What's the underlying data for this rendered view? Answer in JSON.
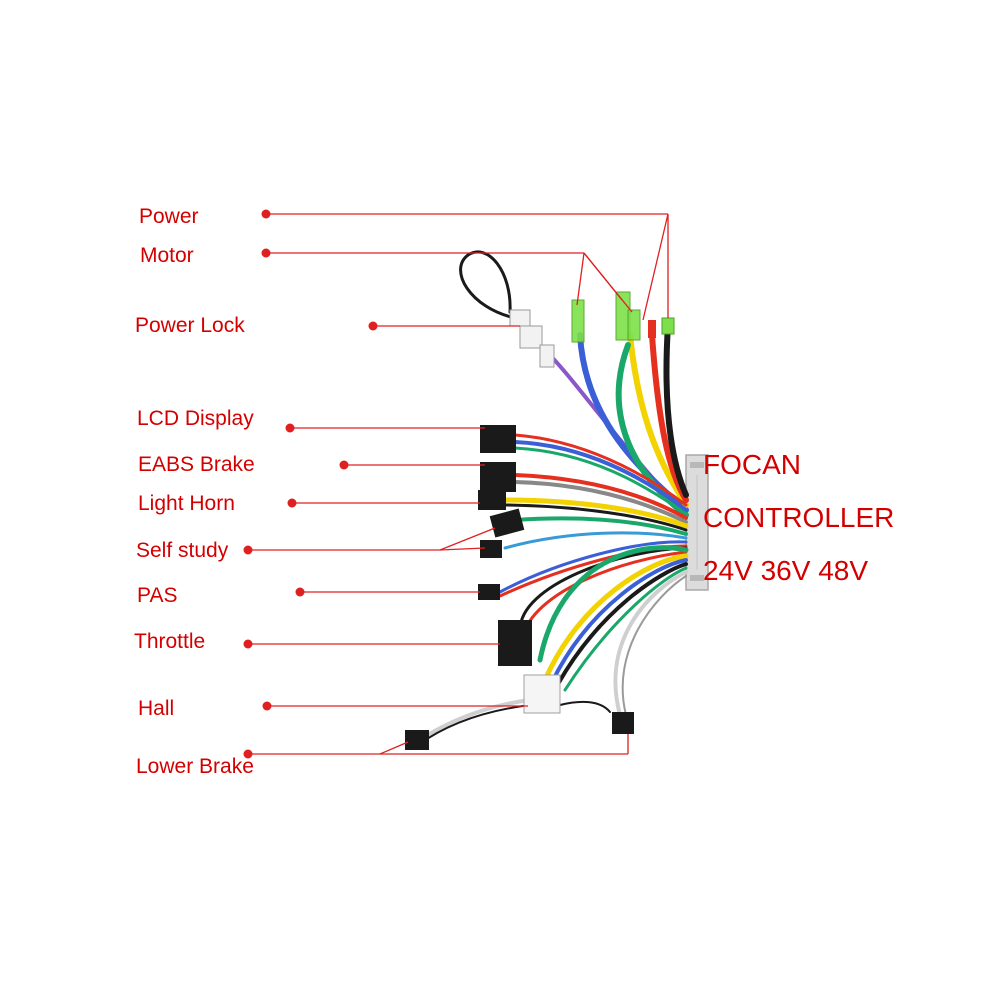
{
  "colors": {
    "label_red": "#d40000",
    "wire_red": "#e53020",
    "wire_blue": "#3a5fd6",
    "wire_yellow": "#f2d200",
    "wire_green": "#1aa86a",
    "wire_black": "#1a1a1a",
    "wire_white": "#e8e8e8",
    "connector_green": "#7de04a"
  },
  "labels": {
    "power": "Power",
    "motor": "Motor",
    "power_lock": "Power Lock",
    "lcd_display": "LCD Display",
    "eabs_brake": "EABS Brake",
    "light_horn": "Light Horn",
    "self_study": "Self study",
    "pas": "PAS",
    "throttle": "Throttle",
    "hall": "Hall",
    "lower_brake": "Lower Brake"
  },
  "title": {
    "line1": "FOCAN",
    "line2": "CONTROLLER",
    "line3": "24V 36V 48V"
  }
}
